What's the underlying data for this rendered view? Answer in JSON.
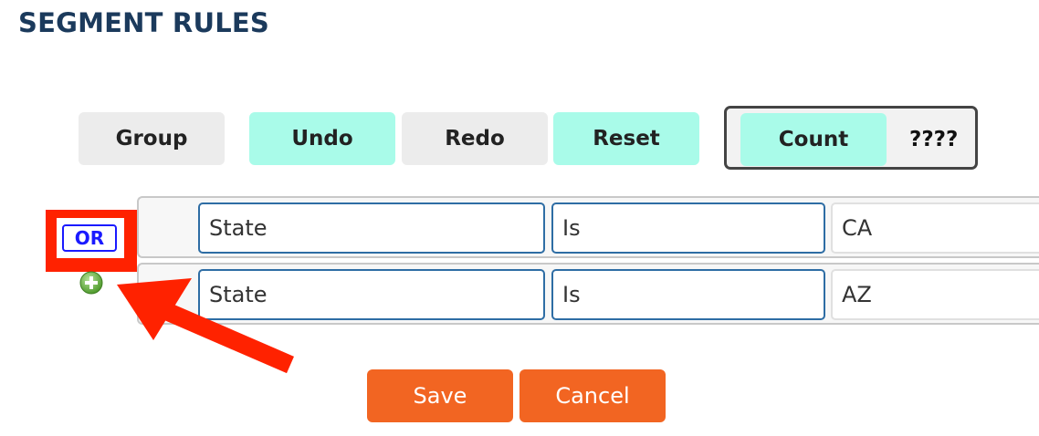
{
  "page": {
    "title": "SEGMENT RULES"
  },
  "toolbar": {
    "group_label": "Group",
    "undo_label": "Undo",
    "redo_label": "Redo",
    "reset_label": "Reset",
    "count_label": "Count",
    "count_value": "????"
  },
  "rules": [
    {
      "field": "State",
      "operator": "Is",
      "value": "CA"
    },
    {
      "field": "State",
      "operator": "Is",
      "value": "AZ"
    }
  ],
  "logic": {
    "operator_label": "OR"
  },
  "actions": {
    "save_label": "Save",
    "cancel_label": "Cancel"
  },
  "colors": {
    "title": "#1b3a5c",
    "mint_button": "#a9fbe9",
    "gray_button": "#ececec",
    "action_button": "#f26522",
    "annotation_red": "#ff2200",
    "or_blue": "#1a1aff"
  },
  "icons": {
    "add": "plus-circle-icon",
    "annotation": "arrow-icon"
  }
}
